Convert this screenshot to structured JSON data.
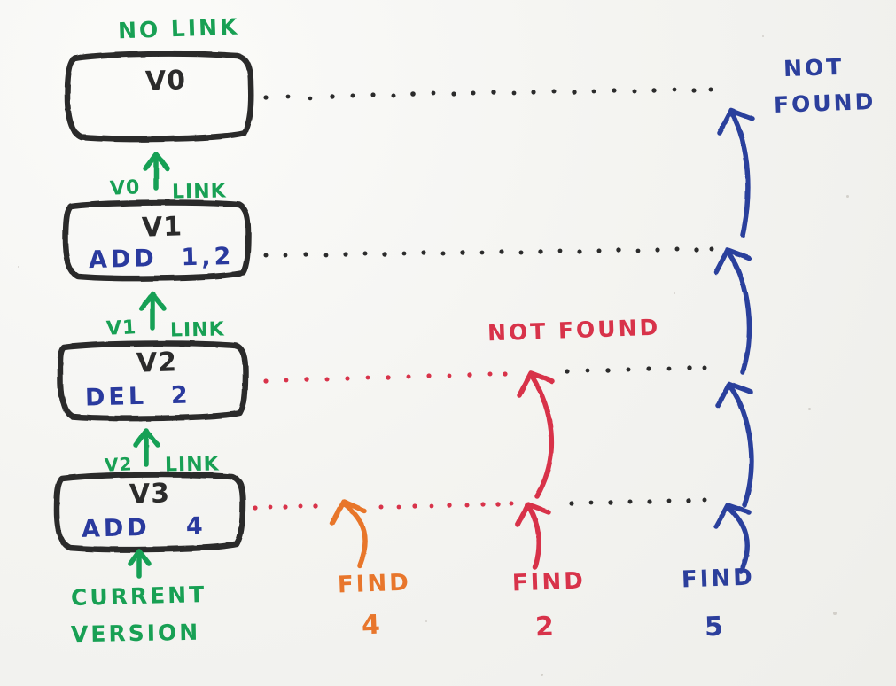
{
  "diagram": {
    "title": "version-chain-find-diagram",
    "colors": {
      "green": "#18a054",
      "blue": "#2c3f9c",
      "red": "#d8334a",
      "orange": "#e8762c",
      "dark": "#2b2b2b",
      "paper": "#f4f4f1"
    }
  },
  "top_label": {
    "text": "NO LINK"
  },
  "versions": [
    {
      "id": "v0",
      "title": "V0",
      "operation": "",
      "link_label_left": "",
      "link_label_right": ""
    },
    {
      "id": "v1",
      "title": "V1",
      "operation": "ADD  1,2",
      "link_label_left": "V0",
      "link_label_right": "LINK"
    },
    {
      "id": "v2",
      "title": "V2",
      "operation": "DEL  2",
      "link_label_left": "V1",
      "link_label_right": "LINK"
    },
    {
      "id": "v3",
      "title": "V3",
      "operation": "ADD   4",
      "link_label_left": "V2",
      "link_label_right": "LINK"
    }
  ],
  "current_version_label": {
    "line1": "CURRENT",
    "line2": "VERSION"
  },
  "annotations": {
    "not_found_top": {
      "line1": "NOT",
      "line2": "FOUND",
      "color": "#2c3f9c"
    },
    "not_found_mid": {
      "text": "NOT FOUND",
      "color": "#d8334a"
    }
  },
  "finds": [
    {
      "id": "find-4",
      "label": "FIND",
      "value": "4",
      "color": "#e8762c"
    },
    {
      "id": "find-2",
      "label": "FIND",
      "value": "2",
      "color": "#d8334a"
    },
    {
      "id": "find-5",
      "label": "FIND",
      "value": "5",
      "color": "#2c3f9c"
    }
  ]
}
